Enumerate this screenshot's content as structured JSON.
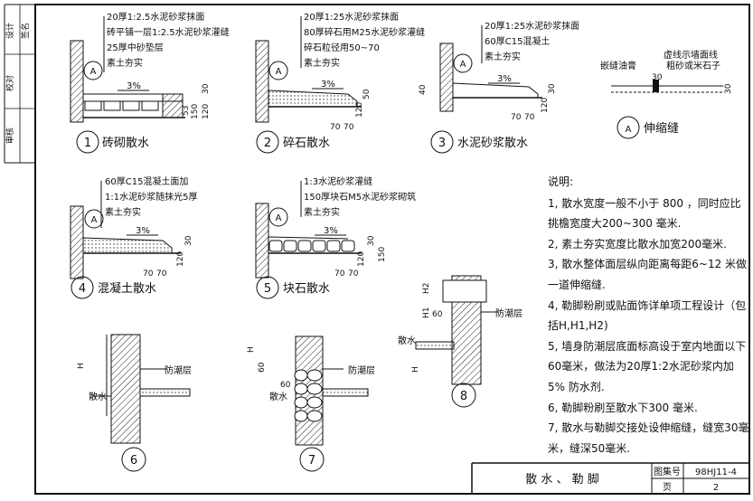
{
  "side_labels": [
    "审核",
    "校对",
    "设计"
  ],
  "side_sign": "签名",
  "details": [
    {
      "num": "1",
      "title": "砖砌散水",
      "layers": [
        "20厚1:2.5水泥砂浆抹面",
        "砖平铺一层1:2.5水泥砂浆灌缝",
        "25厚中砂垫层",
        "素土夯实"
      ],
      "slope": "3%",
      "dims": [
        "53",
        "150",
        "120",
        "30"
      ]
    },
    {
      "num": "2",
      "title": "碎石散水",
      "layers": [
        "20厚1:25水泥砂浆抹面",
        "80厚碎石用M25水泥砂浆灌缝",
        "碎石粒径用50~70",
        "素土夯实"
      ],
      "slope": "3%",
      "dims": [
        "120",
        "50",
        "70",
        "70"
      ]
    },
    {
      "num": "3",
      "title": "水泥砂浆散水",
      "layers": [
        "20厚1:25水泥砂浆抹面",
        "60厚C15混凝土",
        "素土夯实"
      ],
      "slope": "3%",
      "dims": [
        "40",
        "120",
        "70",
        "70",
        "30"
      ]
    },
    {
      "num": "4",
      "title": "混凝土散水",
      "layers": [
        "60厚C15混凝土面加",
        "1:1水泥砂浆随抹光5厚",
        "素土夯实"
      ],
      "slope": "3%",
      "dims": [
        "120",
        "30",
        "70",
        "70"
      ]
    },
    {
      "num": "5",
      "title": "块石散水",
      "layers": [
        "1:3水泥砂浆灌缝",
        "150厚块石M5水泥砂浆砌筑",
        "素土夯实"
      ],
      "slope": "3%",
      "dims": [
        "120",
        "150",
        "30",
        "70",
        "70"
      ]
    }
  ],
  "joint": {
    "title": "伸缩缝",
    "marker": "A",
    "labels": [
      "嵌缝油膏",
      "虚线示墙面线",
      "粗砂或米石子"
    ],
    "dims": [
      "30",
      "30"
    ]
  },
  "detail6": {
    "num": "6",
    "labels": [
      "防潮层",
      "散水",
      "H"
    ]
  },
  "detail7": {
    "num": "7",
    "labels": [
      "防潮层",
      "散水",
      "60",
      "60",
      "H"
    ]
  },
  "detail8": {
    "num": "8",
    "labels": [
      "防潮层",
      "散水",
      "60",
      "H",
      "H1",
      "H2"
    ]
  },
  "notes": {
    "heading": "说明:",
    "items": [
      "1, 散水宽度一般不小于 800 ，同时应比挑檐宽度大200~300 毫米.",
      "2, 素土夯实宽度比散水加宽200毫米.",
      "3, 散水整体面层纵向距离每距6~12 米做一道伸缩缝.",
      "4, 勒脚粉刷或贴面饰详单项工程设计（包括H,H1,H2)",
      "5, 墙身防潮层底面标高设于室内地面以下60毫米，做法为20厚1:2水泥砂浆内加 5% 防水剂.",
      "6, 勒脚粉刷至散水下300 毫米.",
      "7, 散水与勒脚交接处设伸缩缝，缝宽30毫米，缝深50毫米."
    ]
  },
  "title_block": {
    "title": "散 水 、 勒 脚",
    "set_label": "图集号",
    "set_value": "98HJ11-4",
    "page_label": "页",
    "page_value": "2"
  }
}
